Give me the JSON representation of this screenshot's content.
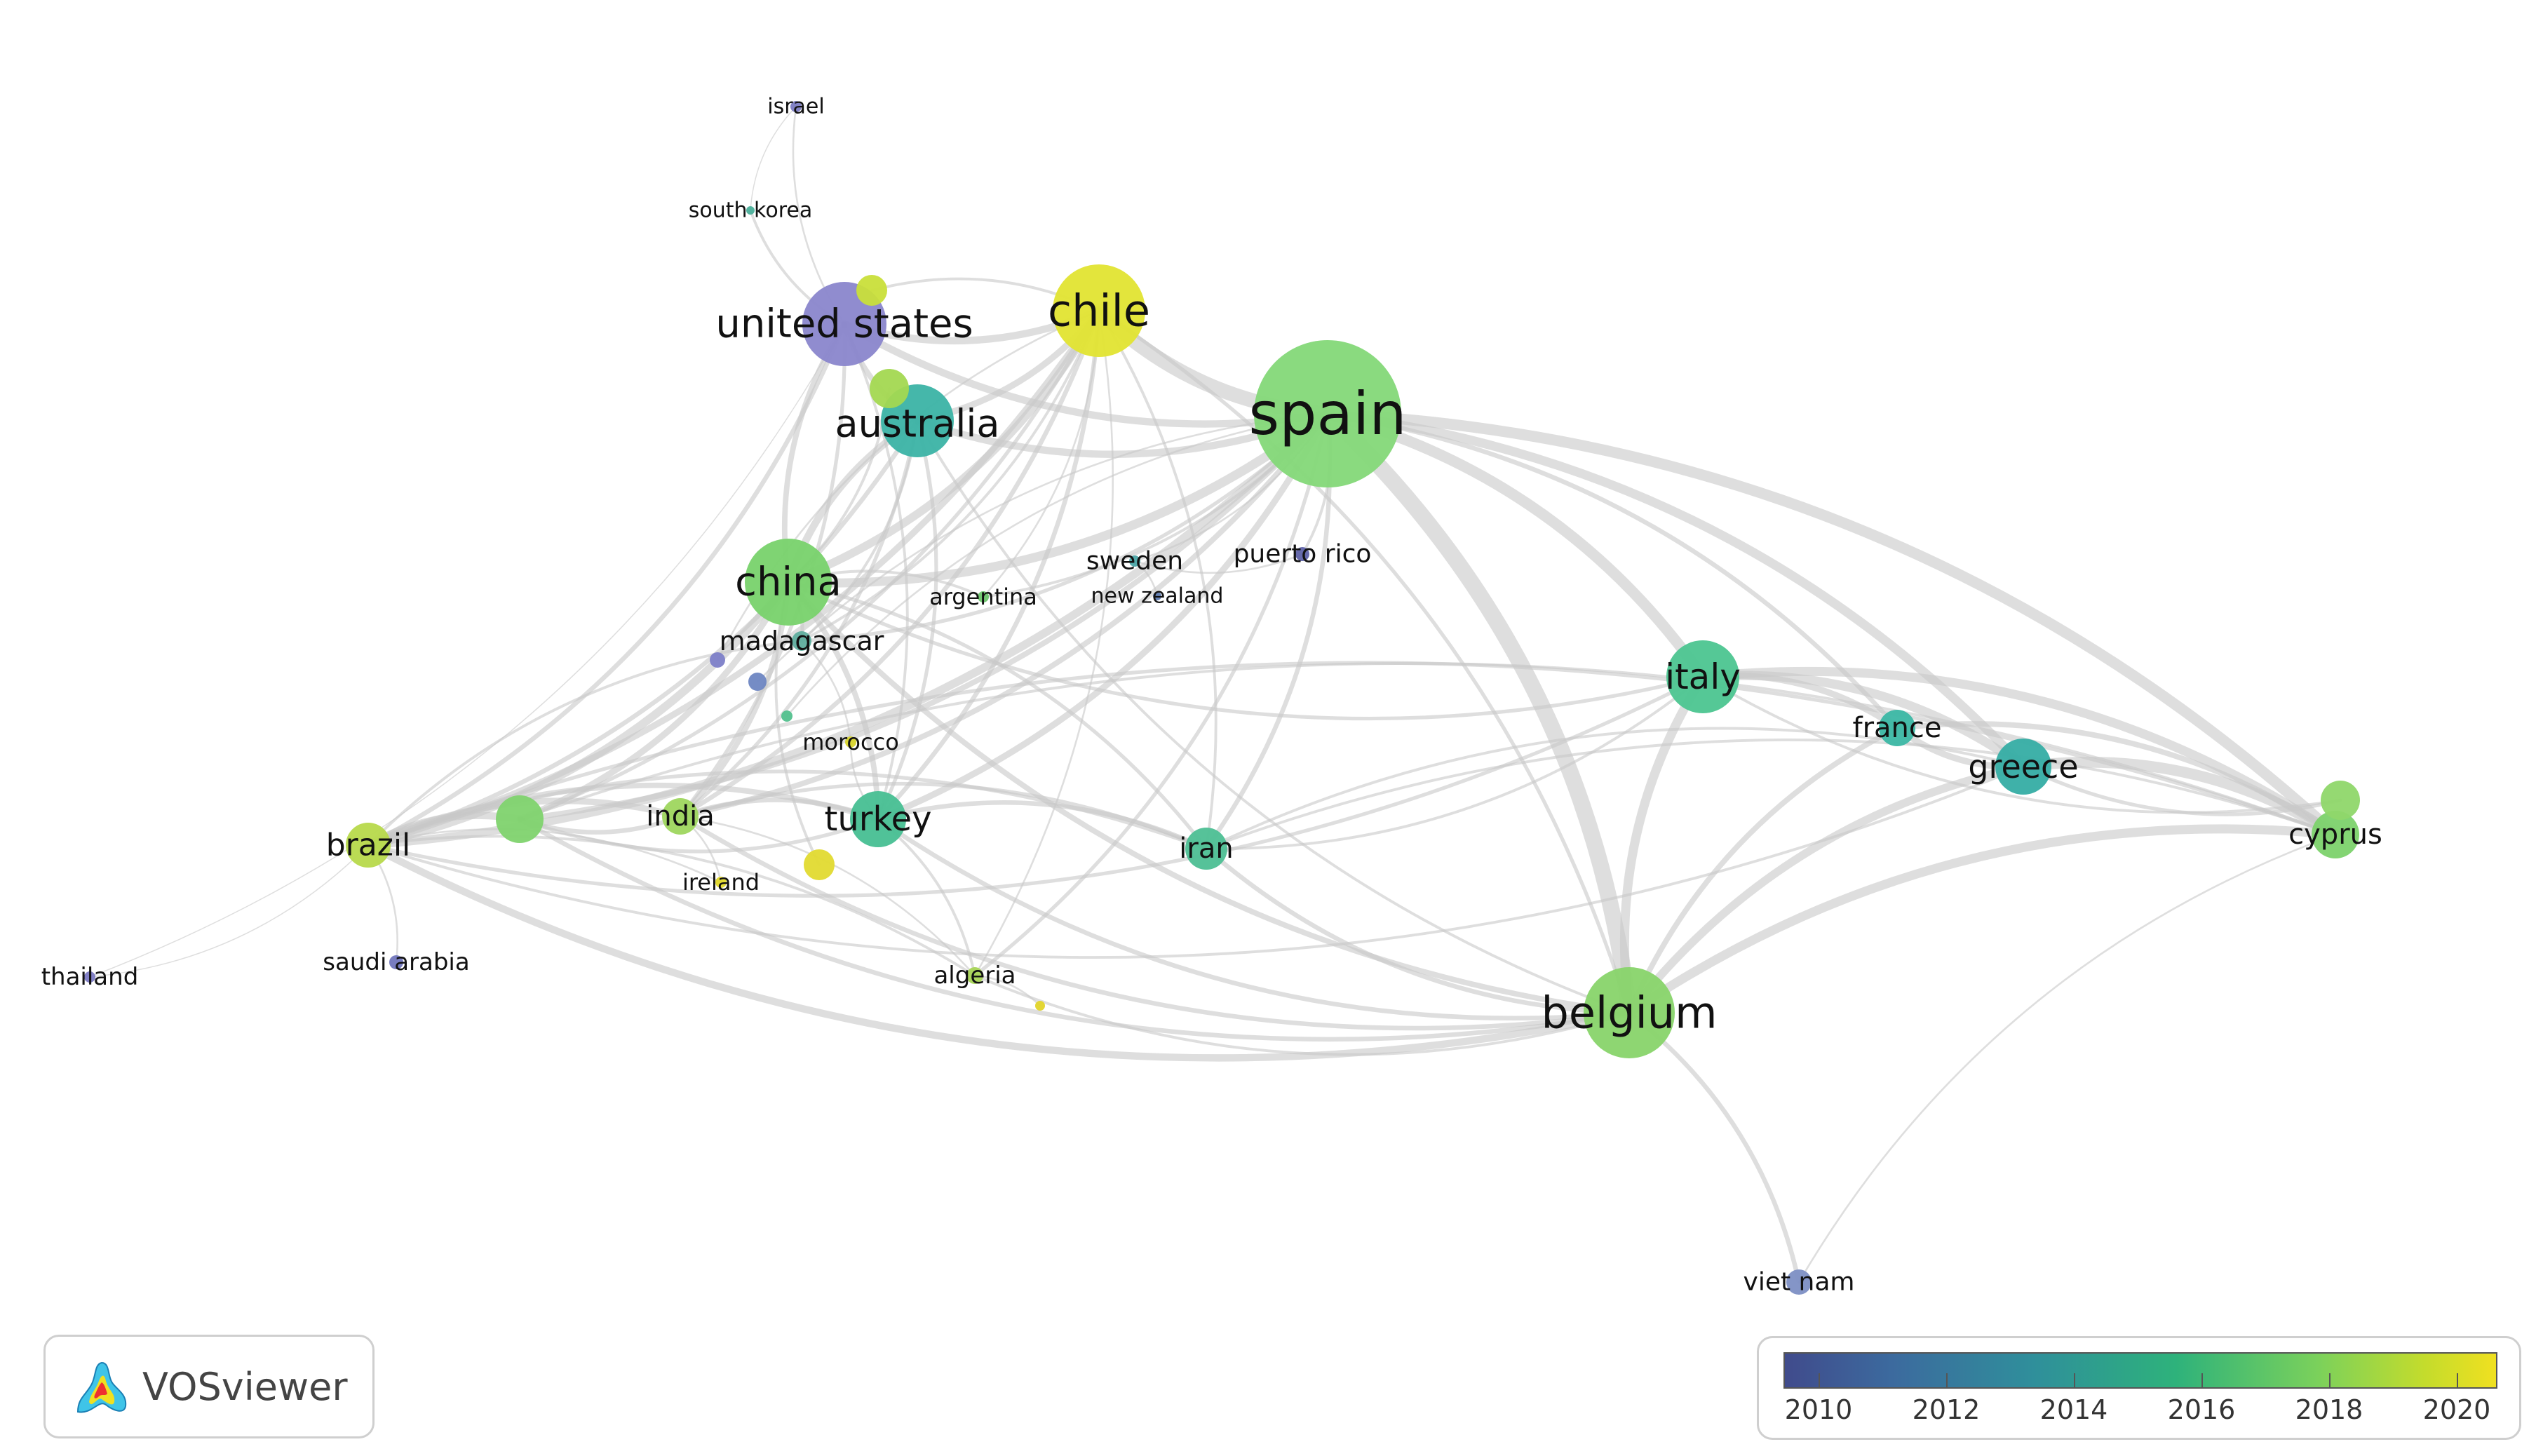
{
  "nodes": [
    {
      "id": "spain",
      "label": "spain",
      "color": "#84d878",
      "weight": 105
    },
    {
      "id": "chile",
      "label": "chile",
      "color": "#e2e432",
      "weight": 66
    },
    {
      "id": "united-states",
      "label": "united states",
      "color": "#8a86cc",
      "weight": 60
    },
    {
      "id": "australia",
      "label": "australia",
      "color": "#3bb3a5",
      "weight": 52
    },
    {
      "id": "china",
      "label": "china",
      "color": "#78d26c",
      "weight": 62
    },
    {
      "id": "belgium",
      "label": "belgium",
      "color": "#88d46a",
      "weight": 65
    },
    {
      "id": "italy",
      "label": "italy",
      "color": "#4cc590",
      "weight": 52
    },
    {
      "id": "greece",
      "label": "greece",
      "color": "#35ada4",
      "weight": 40
    },
    {
      "id": "france",
      "label": "france",
      "color": "#3bb7a4",
      "weight": 26
    },
    {
      "id": "cyprus",
      "label": "cyprus",
      "color": "#7cd26c",
      "weight": 34
    },
    {
      "id": "turkey",
      "label": "turkey",
      "color": "#47bf92",
      "weight": 40
    },
    {
      "id": "iran",
      "label": "iran",
      "color": "#4dbf93",
      "weight": 30
    },
    {
      "id": "brazil",
      "label": "brazil",
      "color": "#b7d94b",
      "weight": 32
    },
    {
      "id": "india",
      "label": "india",
      "color": "#9ed65e",
      "weight": 26
    },
    {
      "id": "madagascar",
      "label": "madagascar",
      "color": "#5fae9e",
      "weight": 14
    },
    {
      "id": "sweden",
      "label": "sweden",
      "color": "#4aa5a6",
      "weight": 8
    },
    {
      "id": "puerto-rico",
      "label": "puerto rico",
      "color": "#5e62a8",
      "weight": 10
    },
    {
      "id": "argentina",
      "label": "argentina",
      "color": "#6cc46c",
      "weight": 8
    },
    {
      "id": "new-zealand",
      "label": "new zealand",
      "color": "#5d7ab0",
      "weight": 6
    },
    {
      "id": "morocco",
      "label": "morocco",
      "color": "#d8d42c",
      "weight": 8
    },
    {
      "id": "algeria",
      "label": "algeria",
      "color": "#a6d455",
      "weight": 12
    },
    {
      "id": "ireland",
      "label": "ireland",
      "color": "#e2d82a",
      "weight": 8
    },
    {
      "id": "saudi-arabia",
      "label": "saudi arabia",
      "color": "#7176bd",
      "weight": 10
    },
    {
      "id": "thailand",
      "label": "thailand",
      "color": "#7b79c3",
      "weight": 8
    },
    {
      "id": "viet-nam",
      "label": "viet nam",
      "color": "#7d8fc4",
      "weight": 18
    },
    {
      "id": "israel",
      "label": "israel",
      "color": "#7b7bc2",
      "weight": 8
    },
    {
      "id": "south-korea",
      "label": "south korea",
      "color": "#4aaf9a",
      "weight": 6
    },
    {
      "id": "n-yellow-us",
      "label": "",
      "color": "#c9df3a",
      "weight": 22
    },
    {
      "id": "n-green-australia",
      "label": "",
      "color": "#a3d851",
      "weight": 28
    },
    {
      "id": "n-green-west",
      "label": "",
      "color": "#7fd36e",
      "weight": 34
    },
    {
      "id": "n-yellow-turkey",
      "label": "",
      "color": "#e1da30",
      "weight": 22
    },
    {
      "id": "n-purple-1",
      "label": "",
      "color": "#7d7fc8",
      "weight": 11
    },
    {
      "id": "n-blue-1",
      "label": "",
      "color": "#6e86c2",
      "weight": 13
    },
    {
      "id": "n-teal-small",
      "label": "",
      "color": "#52c08d",
      "weight": 8
    },
    {
      "id": "n-yellow-algeria",
      "label": "",
      "color": "#e2d42a",
      "weight": 7
    },
    {
      "id": "n-green-cyprus",
      "label": "",
      "color": "#8fd76a",
      "weight": 28
    }
  ],
  "links": [
    [
      "spain",
      "chile",
      16
    ],
    [
      "spain",
      "belgium",
      18
    ],
    [
      "spain",
      "italy",
      12
    ],
    [
      "spain",
      "greece",
      10
    ],
    [
      "spain",
      "cyprus",
      12
    ],
    [
      "spain",
      "china",
      10
    ],
    [
      "spain",
      "australia",
      8
    ],
    [
      "spain",
      "united-states",
      8
    ],
    [
      "spain",
      "brazil",
      9
    ],
    [
      "spain",
      "turkey",
      7
    ],
    [
      "spain",
      "iran",
      5
    ],
    [
      "spain",
      "india",
      6
    ],
    [
      "spain",
      "puerto-rico",
      3
    ],
    [
      "spain",
      "france",
      5
    ],
    [
      "spain",
      "madagascar",
      4
    ],
    [
      "spain",
      "n-green-west",
      6
    ],
    [
      "spain",
      "algeria",
      4
    ],
    [
      "spain",
      "sweden",
      2
    ],
    [
      "spain",
      "argentina",
      3
    ],
    [
      "chile",
      "china",
      9
    ],
    [
      "chile",
      "australia",
      7
    ],
    [
      "chile",
      "united-states",
      8
    ],
    [
      "chile",
      "brazil",
      7
    ],
    [
      "chile",
      "turkey",
      5
    ],
    [
      "chile",
      "india",
      5
    ],
    [
      "chile",
      "belgium",
      4
    ],
    [
      "chile",
      "n-green-west",
      4
    ],
    [
      "chile",
      "madagascar",
      3
    ],
    [
      "chile",
      "iran",
      3
    ],
    [
      "chile",
      "argentina",
      2
    ],
    [
      "chile",
      "algeria",
      2
    ],
    [
      "belgium",
      "italy",
      10
    ],
    [
      "belgium",
      "greece",
      9
    ],
    [
      "belgium",
      "cyprus",
      10
    ],
    [
      "belgium",
      "france",
      6
    ],
    [
      "belgium",
      "china",
      6
    ],
    [
      "belgium",
      "brazil",
      8
    ],
    [
      "belgium",
      "turkey",
      5
    ],
    [
      "belgium",
      "iran",
      5
    ],
    [
      "belgium",
      "india",
      5
    ],
    [
      "belgium",
      "viet-nam",
      5
    ],
    [
      "belgium",
      "algeria",
      3
    ],
    [
      "belgium",
      "n-green-west",
      5
    ],
    [
      "belgium",
      "australia",
      3
    ],
    [
      "italy",
      "greece",
      10
    ],
    [
      "italy",
      "cyprus",
      10
    ],
    [
      "italy",
      "france",
      7
    ],
    [
      "italy",
      "china",
      4
    ],
    [
      "italy",
      "brazil",
      4
    ],
    [
      "italy",
      "iran",
      3
    ],
    [
      "greece",
      "cyprus",
      12
    ],
    [
      "greece",
      "france",
      7
    ],
    [
      "france",
      "cyprus",
      6
    ],
    [
      "greece",
      "brazil",
      3
    ],
    [
      "china",
      "australia",
      8
    ],
    [
      "china",
      "united-states",
      6
    ],
    [
      "china",
      "brazil",
      9
    ],
    [
      "china",
      "india",
      6
    ],
    [
      "china",
      "turkey",
      6
    ],
    [
      "china",
      "n-green-west",
      7
    ],
    [
      "china",
      "madagascar",
      4
    ],
    [
      "china",
      "iran",
      4
    ],
    [
      "china",
      "argentina",
      3
    ],
    [
      "australia",
      "united-states",
      6
    ],
    [
      "australia",
      "brazil",
      5
    ],
    [
      "australia",
      "india",
      4
    ],
    [
      "australia",
      "turkey",
      4
    ],
    [
      "australia",
      "madagascar",
      3
    ],
    [
      "united-states",
      "brazil",
      5
    ],
    [
      "united-states",
      "india",
      4
    ],
    [
      "united-states",
      "south-korea",
      3
    ],
    [
      "united-states",
      "israel",
      2
    ],
    [
      "united-states",
      "thailand",
      1
    ],
    [
      "united-states",
      "turkey",
      3
    ],
    [
      "brazil",
      "india",
      7
    ],
    [
      "brazil",
      "n-green-west",
      8
    ],
    [
      "brazil",
      "turkey",
      6
    ],
    [
      "brazil",
      "iran",
      4
    ],
    [
      "brazil",
      "saudi-arabia",
      2
    ],
    [
      "brazil",
      "thailand",
      1
    ],
    [
      "brazil",
      "algeria",
      3
    ],
    [
      "brazil",
      "ireland",
      2
    ],
    [
      "brazil",
      "cyprus",
      4
    ],
    [
      "brazil",
      "madagascar",
      3
    ],
    [
      "india",
      "turkey",
      5
    ],
    [
      "india",
      "n-green-west",
      5
    ],
    [
      "india",
      "iran",
      4
    ],
    [
      "india",
      "ireland",
      2
    ],
    [
      "india",
      "algeria",
      2
    ],
    [
      "turkey",
      "iran",
      5
    ],
    [
      "turkey",
      "n-green-west",
      4
    ],
    [
      "turkey",
      "algeria",
      3
    ],
    [
      "turkey",
      "morocco",
      2
    ],
    [
      "iran",
      "cyprus",
      3
    ],
    [
      "iran",
      "greece",
      3
    ],
    [
      "madagascar",
      "morocco",
      2
    ],
    [
      "n-green-west",
      "cyprus",
      3
    ],
    [
      "viet-nam",
      "cyprus",
      2
    ],
    [
      "south-korea",
      "israel",
      1
    ],
    [
      "sweden",
      "new-zealand",
      2
    ],
    [
      "puerto-rico",
      "sweden",
      2
    ],
    [
      "algeria",
      "n-yellow-algeria",
      2
    ],
    [
      "n-yellow-turkey",
      "china",
      3
    ],
    [
      "n-yellow-us",
      "chile",
      3
    ],
    [
      "n-green-australia",
      "china",
      3
    ],
    [
      "n-purple-1",
      "chile",
      2
    ],
    [
      "n-blue-1",
      "spain",
      2
    ],
    [
      "n-teal-small",
      "spain",
      2
    ],
    [
      "n-green-cyprus",
      "greece",
      4
    ],
    [
      "n-green-cyprus",
      "italy",
      3
    ]
  ],
  "legend": {
    "ticks": [
      "2010",
      "2012",
      "2014",
      "2016",
      "2018",
      "2020"
    ]
  },
  "logo": {
    "text": "VOSviewer"
  }
}
